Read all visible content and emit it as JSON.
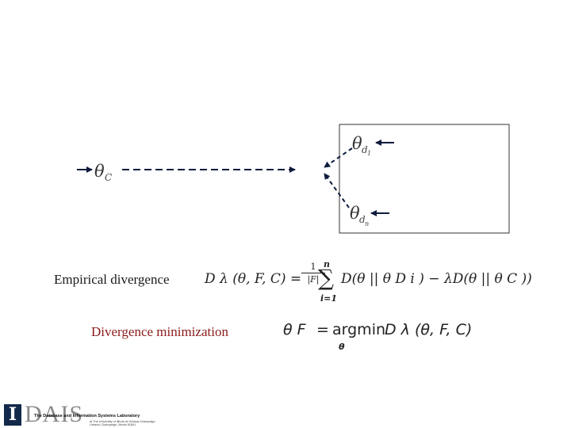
{
  "diagram": {
    "theta_c": {
      "symbol": "θ",
      "subscript": "C"
    },
    "theta_d1": {
      "symbol": "θ",
      "subscript": "d",
      "subsub": "1"
    },
    "theta_dn": {
      "symbol": "θ",
      "subscript": "d",
      "subsub": "n"
    }
  },
  "labels": {
    "empirical": "Empirical divergence",
    "minimization": "Divergence minimization"
  },
  "formulas": {
    "empirical": {
      "lhs": "D λ (θ, F, C) =",
      "frac_num": "1",
      "frac_den": "|F|",
      "sum_top": "n",
      "sum_sign": "∑",
      "sum_bottom": "i=1",
      "rhs": "D(θ || θ D i ) − λD(θ || θ C ))"
    },
    "minimization": {
      "lhs": "θ F",
      "op": "=",
      "argmin": "argmin",
      "under": "θ",
      "rhs": "D λ (θ, F, C)"
    }
  },
  "logo": {
    "letter": "I",
    "word": "DAIS",
    "line1": "The Database and Information Systems Laboratory",
    "line2": "at The University of Illinois at Urbana-Champaign",
    "line3": "Urbana–Champaign, Illinois 61801"
  },
  "colors": {
    "minimization_text": "#8b1a1a",
    "logo_block": "#13294b",
    "logo_accent": "#cc3333"
  }
}
